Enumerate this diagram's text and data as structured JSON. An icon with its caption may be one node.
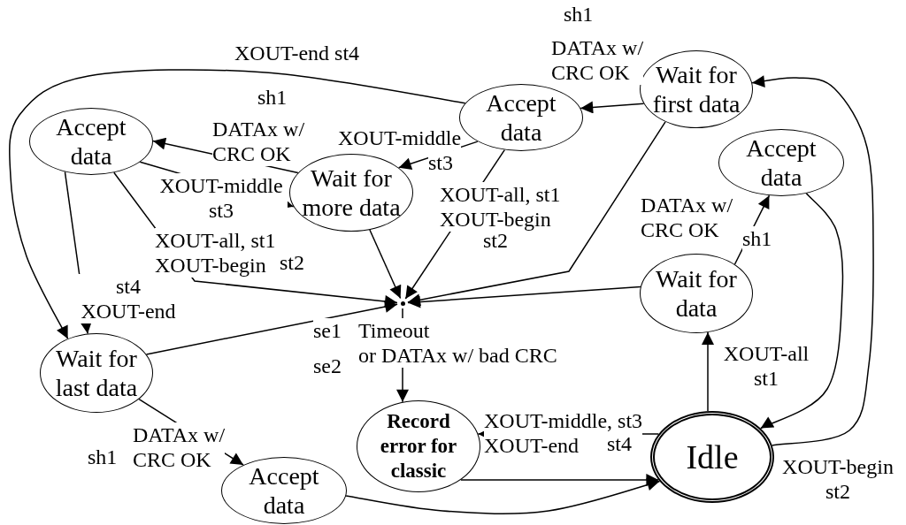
{
  "diagram": {
    "nodes": [
      {
        "text": [
          "Wait for first data"
        ]
      },
      {
        "text": [
          "Accept data"
        ]
      },
      {
        "text": [
          "Accept data"
        ]
      },
      {
        "text": [
          "Wait for more data"
        ]
      },
      {
        "text": [
          "Accept data"
        ]
      },
      {
        "text": [
          "Wait for data"
        ]
      },
      {
        "text": [],
        "shape": "point"
      },
      {
        "text": [
          "Wait for last data"
        ]
      },
      {
        "text": [
          "Record error for classic"
        ]
      },
      {
        "text": [
          "Idle"
        ]
      },
      {
        "text": [
          "Accept data"
        ]
      }
    ],
    "edges": [
      {
        "from": 0,
        "to": 1,
        "arrow": "to",
        "label": "DATAx w/ CRC OK"
      },
      {
        "from": 1,
        "to": 3,
        "arrow": "to",
        "label": "XOUT-middle"
      },
      {
        "from": 3,
        "to": 2,
        "arrow": "to",
        "label": "DATAx w/ CRC OK"
      },
      {
        "from": 2,
        "to": 3,
        "arrow": "to",
        "label": "XOUT-middle st3"
      },
      {
        "from": 1,
        "to": 7,
        "arrow": "to",
        "label": "XOUT-end st4"
      },
      {
        "from": 2,
        "to": 7,
        "arrow": "to",
        "label": "st4 XOUT-end"
      },
      {
        "from": 2,
        "to": 6,
        "arrow": "to",
        "label": "XOUT-all, st1 XOUT-begin"
      },
      {
        "from": 3,
        "to": 6,
        "arrow": "to"
      },
      {
        "from": 1,
        "to": 6,
        "arrow": "to",
        "label": "XOUT-all, st1 XOUT-begin"
      },
      {
        "from": 0,
        "to": 6,
        "arrow": "to"
      },
      {
        "from": 5,
        "to": 6,
        "arrow": "to"
      },
      {
        "from": 7,
        "to": 6,
        "arrow": "to"
      },
      {
        "from": 6,
        "to": 8,
        "arrow": "to",
        "label": "Timeout or DATAx w/ bad CRC"
      },
      {
        "from": 9,
        "to": 8,
        "arrow": "to",
        "label": "XOUT-middle, st3 XOUT-end"
      },
      {
        "from": 8,
        "to": 9,
        "arrow": "to"
      },
      {
        "from": 10,
        "to": 9,
        "arrow": "to"
      },
      {
        "from": 7,
        "to": 10,
        "arrow": "to",
        "label": "DATAx w/ CRC OK"
      },
      {
        "from": 9,
        "to": 5,
        "arrow": "to",
        "label": "XOUT-all st1"
      },
      {
        "from": 5,
        "to": 4,
        "arrow": "to",
        "label": "DATAx w/ CRC OK"
      },
      {
        "from": 4,
        "to": 9,
        "arrow": "to"
      },
      {
        "from": 9,
        "to": 0,
        "arrow": "to",
        "label": "XOUT-begin st2"
      }
    ],
    "labels": [
      "sh1",
      "sh1",
      "st3",
      "st2",
      "sh1",
      "st2",
      "se1",
      "se2",
      "st4",
      "sh1"
    ]
  }
}
